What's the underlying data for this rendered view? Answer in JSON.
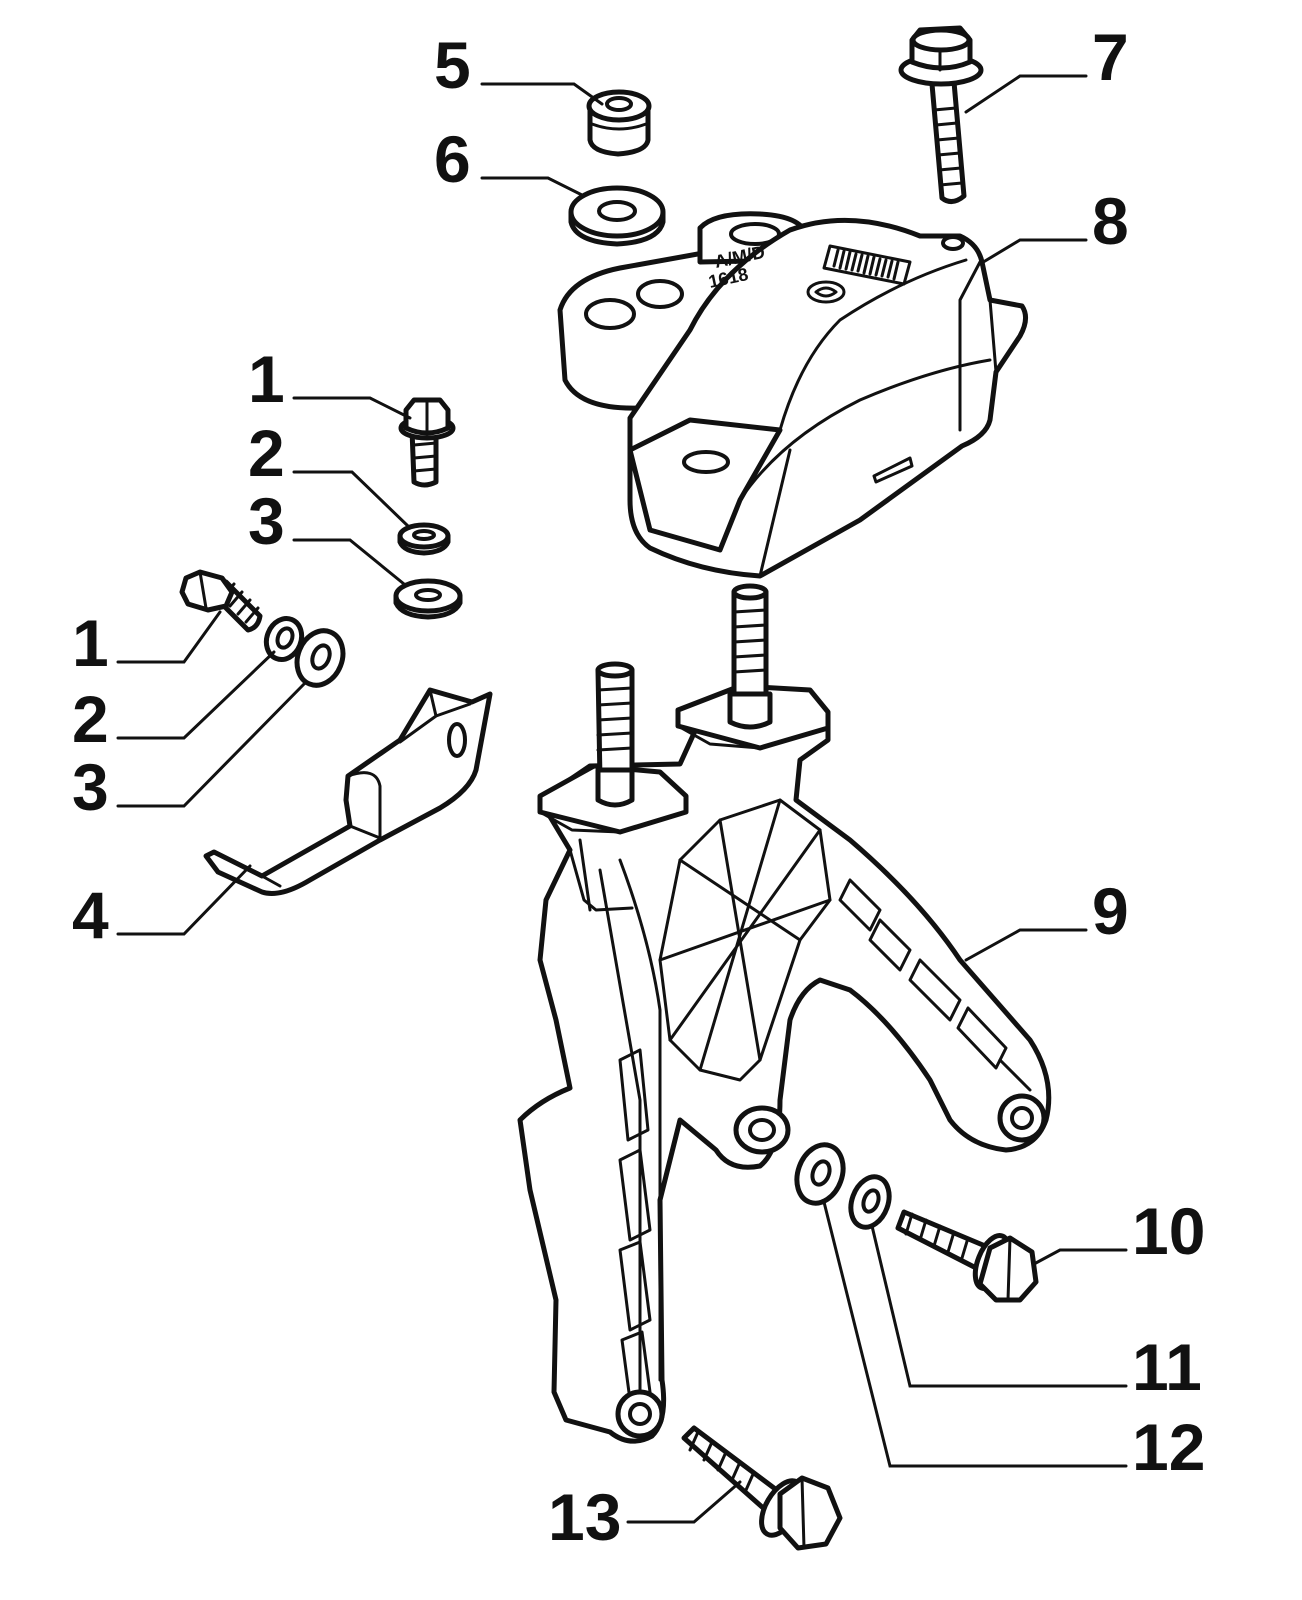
{
  "diagram": {
    "callouts": [
      {
        "id": "c1a",
        "label": "1"
      },
      {
        "id": "c2a",
        "label": "2"
      },
      {
        "id": "c3a",
        "label": "3"
      },
      {
        "id": "c1b",
        "label": "1"
      },
      {
        "id": "c2b",
        "label": "2"
      },
      {
        "id": "c3b",
        "label": "3"
      },
      {
        "id": "c4",
        "label": "4"
      },
      {
        "id": "c5",
        "label": "5"
      },
      {
        "id": "c6",
        "label": "6"
      },
      {
        "id": "c7",
        "label": "7"
      },
      {
        "id": "c8",
        "label": "8"
      },
      {
        "id": "c9",
        "label": "9"
      },
      {
        "id": "c10",
        "label": "10"
      },
      {
        "id": "c11",
        "label": "11"
      },
      {
        "id": "c12",
        "label": "12"
      },
      {
        "id": "c13",
        "label": "13"
      }
    ],
    "mount_stamp": {
      "line1": "A/M/D",
      "line2": "1618"
    }
  }
}
